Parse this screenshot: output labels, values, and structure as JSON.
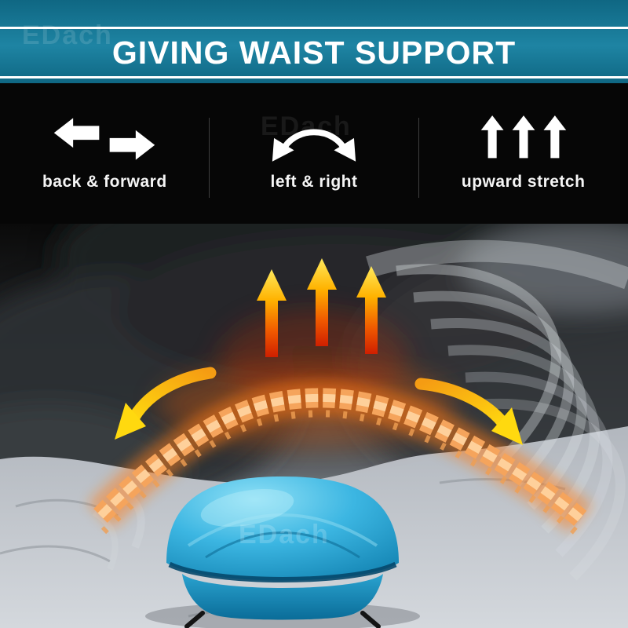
{
  "banner": {
    "title": "GIVING WAIST SUPPORT"
  },
  "features": [
    {
      "label": "back & forward",
      "icon": "back-forward-arrows-icon"
    },
    {
      "label": "left & right",
      "icon": "left-right-curved-arrow-icon"
    },
    {
      "label": "upward stretch",
      "icon": "upward-stretch-arrows-icon"
    }
  ],
  "illustration": {
    "description": "Translucent side view of a person lying on a mattress with a glowing orange spine arched over a blue lumbar stretcher device; three red-yellow arrows point upward from the lumbar spine and curved yellow arrows point outward to the left and right"
  },
  "watermark": "EDach",
  "colors": {
    "banner_teal": "#1e84a3",
    "banner_teal_dark": "#0f6783",
    "banner_line": "#ffffff",
    "features_bg": "#060606",
    "feature_text": "#f5f5f5",
    "divider": "#3f3f3f",
    "device_blue": "#3cb6e2",
    "device_blue_dark": "#0a6c98",
    "spine_orange": "#f5a45c",
    "arrow_yellow": "#ffe95c",
    "arrow_red": "#cf1f00",
    "curved_arrow_yellow": "#ffd90f",
    "mattress_gray": "#c0c5cb"
  }
}
